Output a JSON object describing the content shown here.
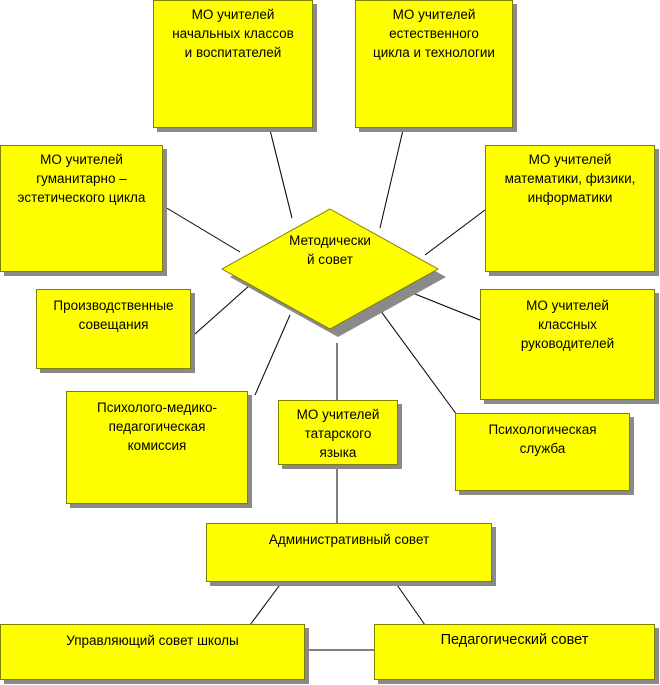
{
  "center": {
    "label": "Методически\nй совет"
  },
  "boxes": {
    "mo_primary": "МО учителей\nначальных классов\nи воспитателей",
    "mo_natural": "МО учителей\nестественного\nцикла и технологии",
    "mo_humanities": "МО учителей\nгуманитарно –\nэстетического цикла",
    "mo_math": "МО учителей\nматематики, физики,\nинформатики",
    "production_meetings": "Производственные\nсовещания",
    "mo_class_teachers": "МО учителей\nклассных\nруководителей",
    "pmp_commission": "Психолого-медико-\nпедагогическая\nкомиссия",
    "mo_tatar": "МО учителей\nтатарского\nязыка",
    "psych_service": "Психологическая\nслужба",
    "admin_council": "Административный совет",
    "school_board": "Управляющий совет школы",
    "ped_council": "Педагогический совет"
  },
  "colors": {
    "box_fill": "#ffff00",
    "box_border": "#7f7f00",
    "shadow": "#8a8a8a",
    "line": "#000000"
  }
}
